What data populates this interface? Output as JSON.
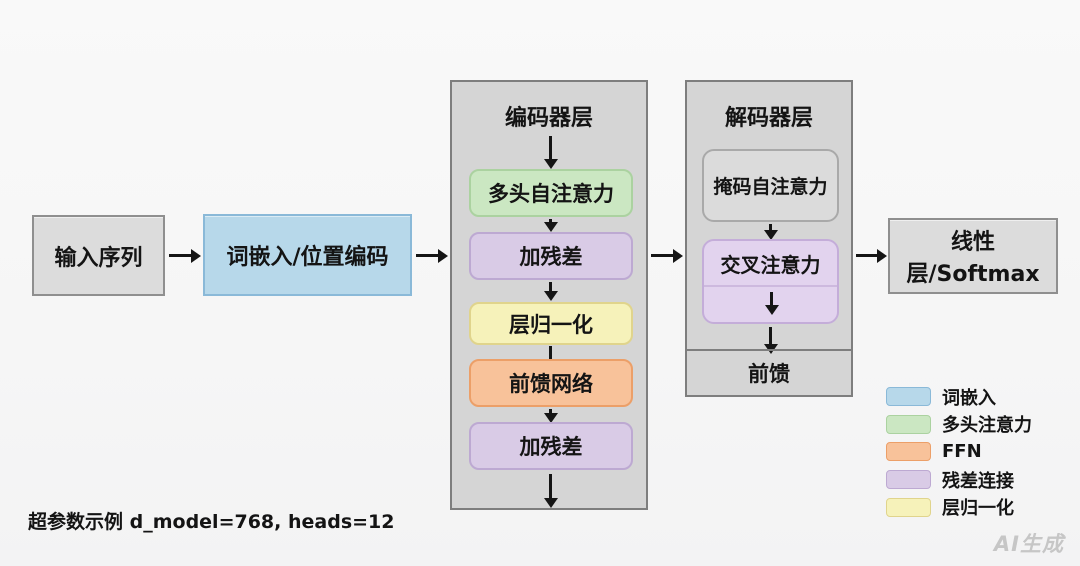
{
  "diagram": {
    "input": "输入序列",
    "embedding": "词嵌入/位置编码",
    "encoder": {
      "title": "编码器层",
      "steps": [
        "多头自注意力",
        "加残差",
        "层归一化",
        "前馈网络",
        "加残差"
      ]
    },
    "decoder": {
      "title": "解码器层",
      "masked_attention": "掩码自注意力",
      "cross_attention": "交叉注意力",
      "feed_forward": "前馈"
    },
    "output": "线性层/Softmax"
  },
  "legend": {
    "items": [
      {
        "label": "词嵌入",
        "color": "#b7d8ea",
        "border": "#8ab9d8"
      },
      {
        "label": "多头注意力",
        "color": "#cbe7c2",
        "border": "#abd2a0"
      },
      {
        "label": "FFN",
        "color": "#f8c29a",
        "border": "#ec9f68"
      },
      {
        "label": "残差连接",
        "color": "#d9cbe6",
        "border": "#bda9d2"
      },
      {
        "label": "层归一化",
        "color": "#f6f2ba",
        "border": "#e0d48c"
      }
    ]
  },
  "footnote": "超参数示例 d_model=768, heads=12",
  "watermark": "AI生成",
  "colors": {
    "background": "#f7f7f7",
    "container_fill": "#d5d5d5",
    "container_border": "#7e7e7e",
    "gray_box_fill": "#dcdcdc",
    "gray_box_border": "#8f8f8f",
    "masked_box_fill": "#dbdbdb",
    "cross_box_fill": "#e2d3ee",
    "arrow": "#151515",
    "watermark_text": "#c6c6c6"
  }
}
